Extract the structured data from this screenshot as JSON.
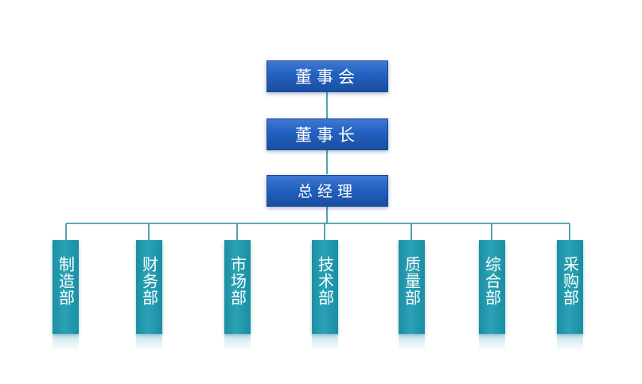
{
  "chart": {
    "top": [
      "董事会",
      "董事长",
      "总经理"
    ],
    "departments": [
      "制造部",
      "财务部",
      "市场部",
      "技术部",
      "质量部",
      "综合部",
      "采购部"
    ]
  },
  "colors": {
    "top_box": "#2260c0",
    "department_box": "#2ba2b6",
    "connector": "#2b8e98"
  }
}
